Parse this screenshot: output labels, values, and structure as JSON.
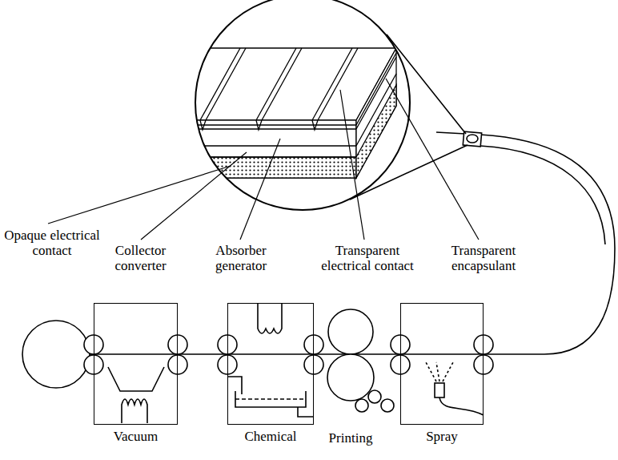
{
  "diagram": {
    "nodes": [
      {
        "text": [
          "Vacuum"
        ]
      },
      {
        "text": [
          "Chemical"
        ]
      },
      {
        "text": [
          "Spray"
        ]
      }
    ],
    "labels": [
      "Opaque electrical contact",
      "Collector converter",
      "Absorber generator",
      "Transparent electrical contact",
      "Transparent encapsulant",
      "Printing"
    ]
  }
}
